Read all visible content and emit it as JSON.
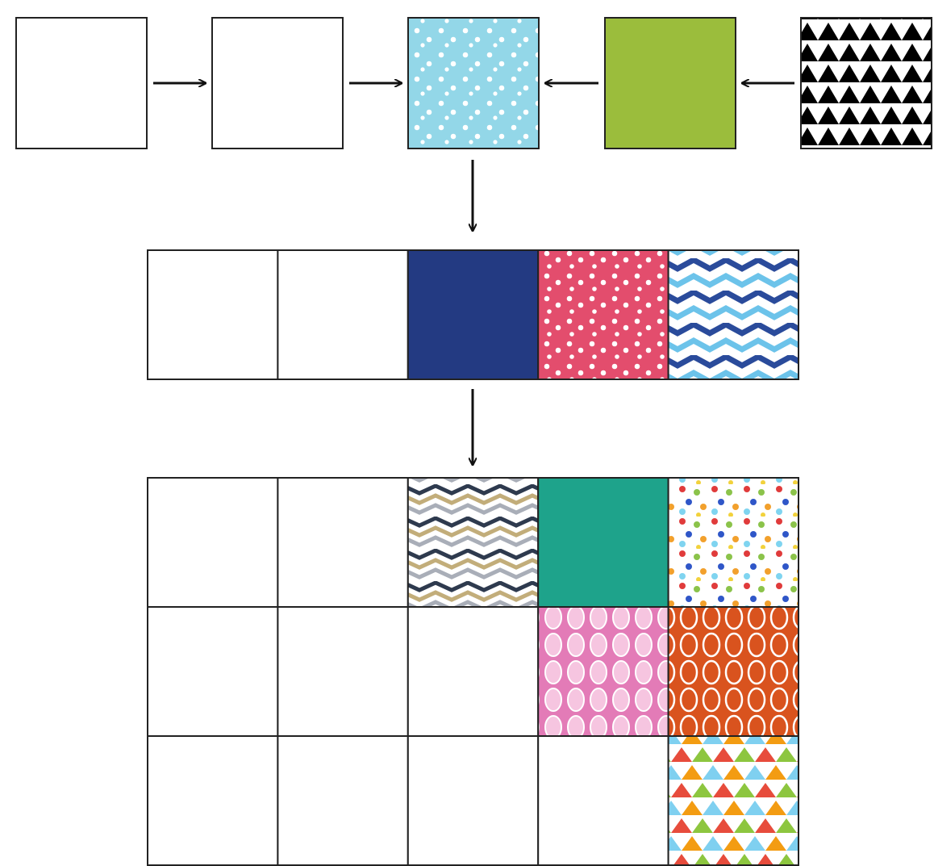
{
  "colors": {
    "background": "#ffffff",
    "outline": "#222222",
    "arrow": "#111111",
    "light_blue": "#93d7e8",
    "lime_green": "#9bbd3c",
    "navy": "#233a82",
    "pink_red": "#e34d6d",
    "teal": "#1ea38b",
    "black": "#000000",
    "white": "#ffffff"
  },
  "row1": {
    "tiles": [
      {
        "fill": "blank",
        "name": "tile-blank"
      },
      {
        "fill": "blank",
        "name": "tile-blank"
      },
      {
        "fill": "light-blue-polka-dot",
        "name": "tile-light-blue-polka-dot"
      },
      {
        "fill": "lime-green-solid",
        "name": "tile-lime-green-solid"
      },
      {
        "fill": "black-white-triangle",
        "name": "tile-black-white-triangle"
      }
    ],
    "arrows": [
      "right",
      "right",
      "left",
      "left"
    ]
  },
  "row2": {
    "cells": [
      {
        "fill": "blank"
      },
      {
        "fill": "blank"
      },
      {
        "fill": "navy-solid"
      },
      {
        "fill": "pink-polka-dot"
      },
      {
        "fill": "blue-chevron"
      }
    ]
  },
  "grid": {
    "rows": [
      [
        {
          "fill": "blank"
        },
        {
          "fill": "blank"
        },
        {
          "fill": "gray-tan-chevron"
        },
        {
          "fill": "teal-solid"
        },
        {
          "fill": "multicolor-dots"
        }
      ],
      [
        {
          "fill": "blank"
        },
        {
          "fill": "blank"
        },
        {
          "fill": "blank"
        },
        {
          "fill": "pink-oval-lattice"
        },
        {
          "fill": "orange-oval-lattice"
        }
      ],
      [
        {
          "fill": "blank"
        },
        {
          "fill": "blank"
        },
        {
          "fill": "blank"
        },
        {
          "fill": "blank"
        },
        {
          "fill": "multicolor-triangles"
        }
      ]
    ]
  }
}
